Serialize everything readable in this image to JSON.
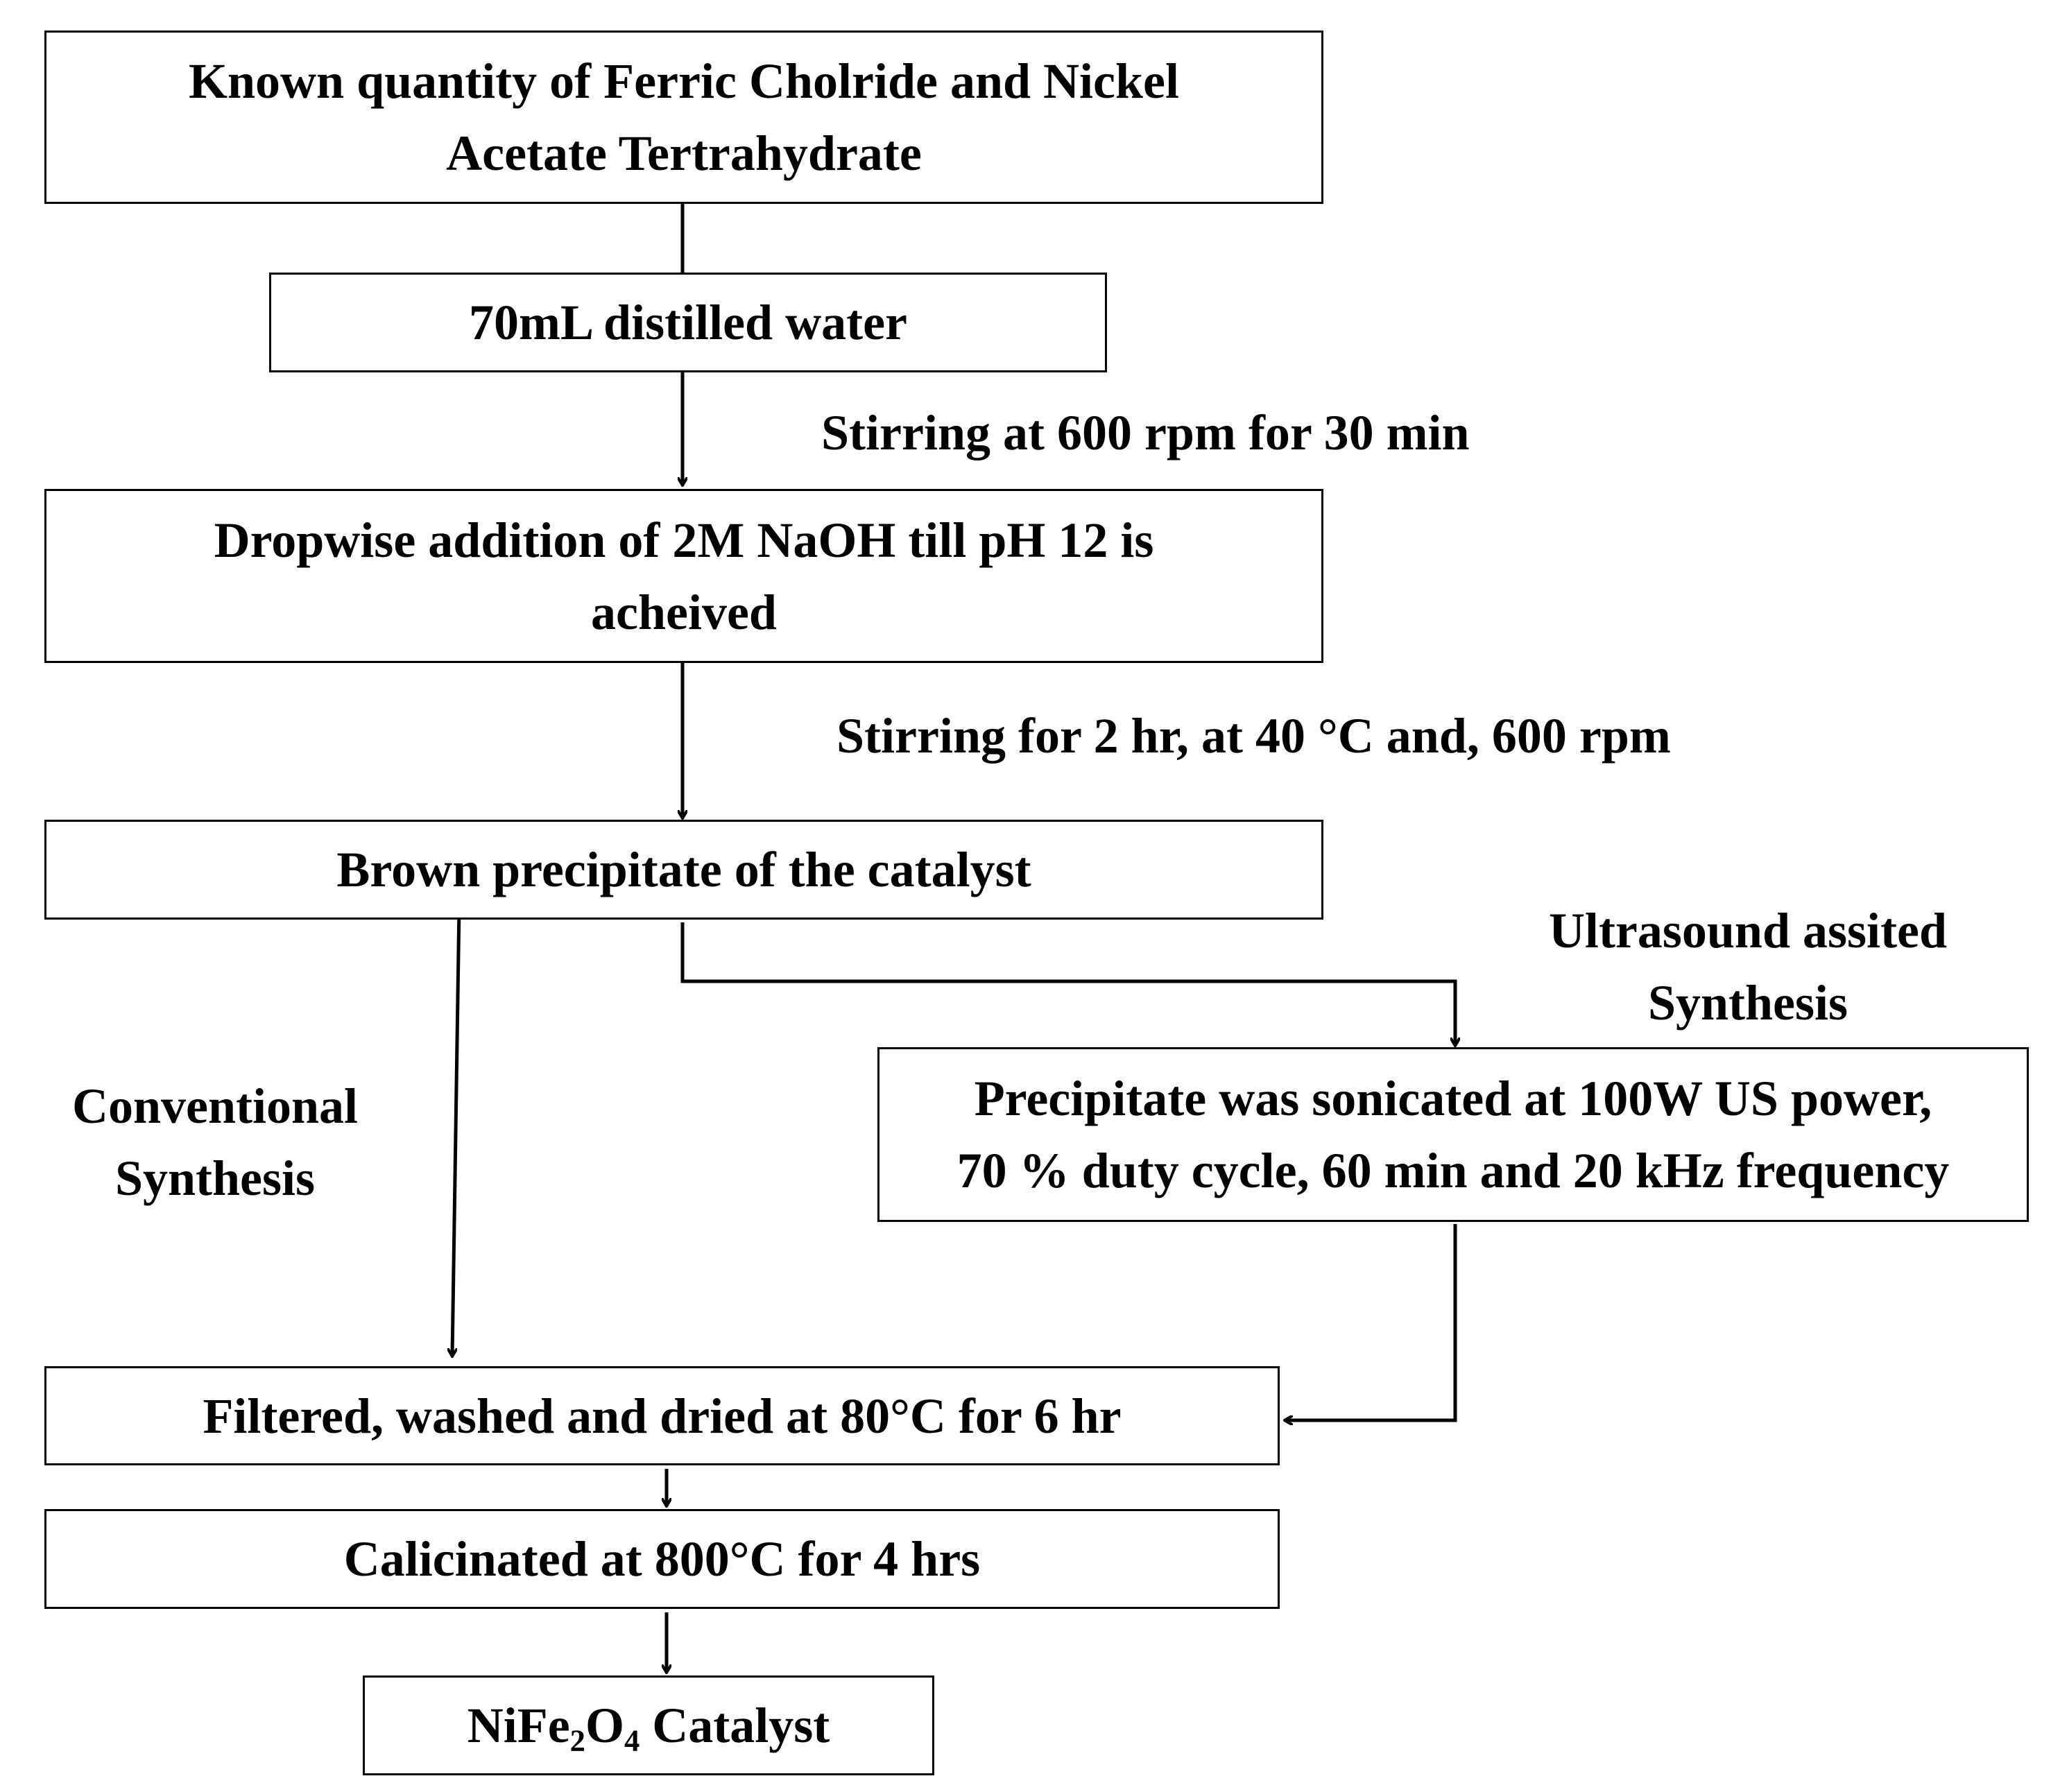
{
  "nodes": {
    "start": {
      "line1": "Known quantity of Ferric Cholride and Nickel",
      "line2": "Acetate Tertrahydrate"
    },
    "water": {
      "text": "70mL distilled water"
    },
    "naoh": {
      "line1": "Dropwise addition of 2M NaOH till  pH 12 is",
      "line2": "acheived"
    },
    "precipitate": {
      "text": "Brown precipitate of the catalyst"
    },
    "sonication": {
      "line1": "Precipitate was sonicated at  100W US power,",
      "line2": "70 % duty cycle, 60 min and 20 kHz frequency"
    },
    "filter": {
      "text": "Filtered, washed and dried at 80°C for 6 hr"
    },
    "calcine": {
      "text": "Calicinated at 800°C for 4 hrs"
    },
    "product": {
      "formula_ni": "NiFe",
      "sub_fe": "2",
      "formula_o": "O",
      "sub_o": "4",
      "suffix": " Catalyst"
    }
  },
  "edge_labels": {
    "stir1": "Stirring at 600 rpm for 30 min",
    "stir2": "Stirring for 2 hr, at 40 °C and, 600 rpm",
    "ultrasound": {
      "line1": "Ultrasound assited",
      "line2": "Synthesis"
    },
    "conventional": {
      "line1": "Conventional",
      "line2": "Synthesis"
    }
  }
}
